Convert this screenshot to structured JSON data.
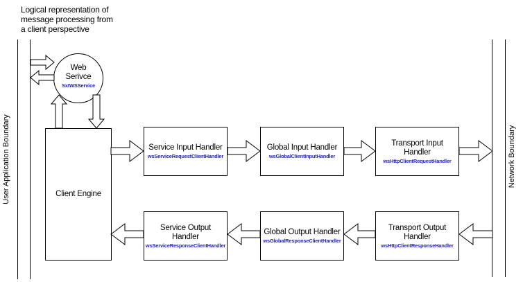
{
  "colors": {
    "background": "#ffffff",
    "stroke": "#000000",
    "link": "#2222cc"
  },
  "title_lines": [
    "Logical representation of",
    "message processing from",
    "a client perspective"
  ],
  "left_boundary_label": "User Application Boundary",
  "right_boundary_label": "Network Boundary",
  "web_service": {
    "title_lines": [
      "Web",
      "Serivce"
    ],
    "class_name": "SxtWSService"
  },
  "client_engine": {
    "label": "Client Engine"
  },
  "input_handlers": [
    {
      "title_lines": [
        "Service Input Handler"
      ],
      "class_name": "wsServiceRequestClientHandler"
    },
    {
      "title_lines": [
        "Global Input Handler"
      ],
      "class_name": "wsGlobalClientInputHandler"
    },
    {
      "title_lines": [
        "Transport Input",
        "Handler"
      ],
      "class_name": "wsHttpClientRequestHandler"
    }
  ],
  "output_handlers": [
    {
      "title_lines": [
        "Service Output",
        "Handler"
      ],
      "class_name": "wsServiceResponseClientHandler"
    },
    {
      "title_lines": [
        "Global Output Handler"
      ],
      "class_name": "wsGlobalResponseClientHandler"
    },
    {
      "title_lines": [
        "Transport Output",
        "Handler"
      ],
      "class_name": "wsHttpClientResponseHandler"
    }
  ]
}
